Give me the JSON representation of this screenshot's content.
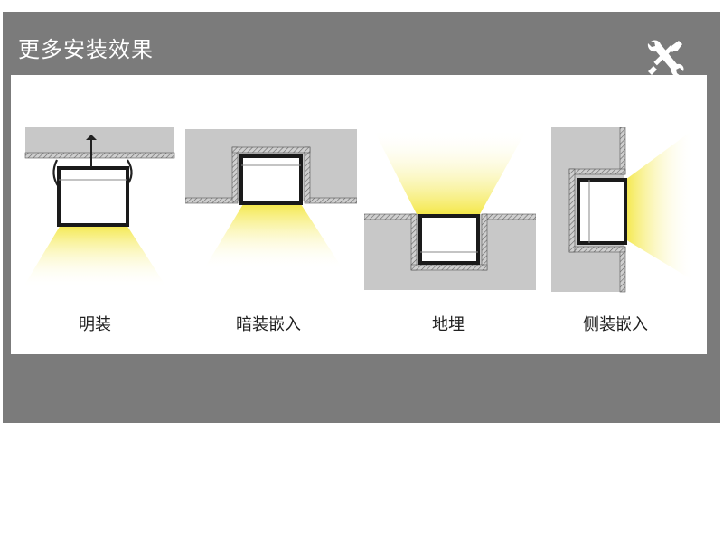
{
  "header": {
    "title": "更多安装效果"
  },
  "icons": {
    "tools": "wrench-screwdriver-icon"
  },
  "methods": [
    {
      "label": "明装"
    },
    {
      "label": "暗装嵌入"
    },
    {
      "label": "地埋"
    },
    {
      "label": "侧装嵌入"
    }
  ],
  "colors": {
    "frame": "#7b7b7b",
    "panel": "#ffffff",
    "wall": "#c8c8c8",
    "light": "#f7ec6b",
    "profile": "#1a1a1a"
  }
}
